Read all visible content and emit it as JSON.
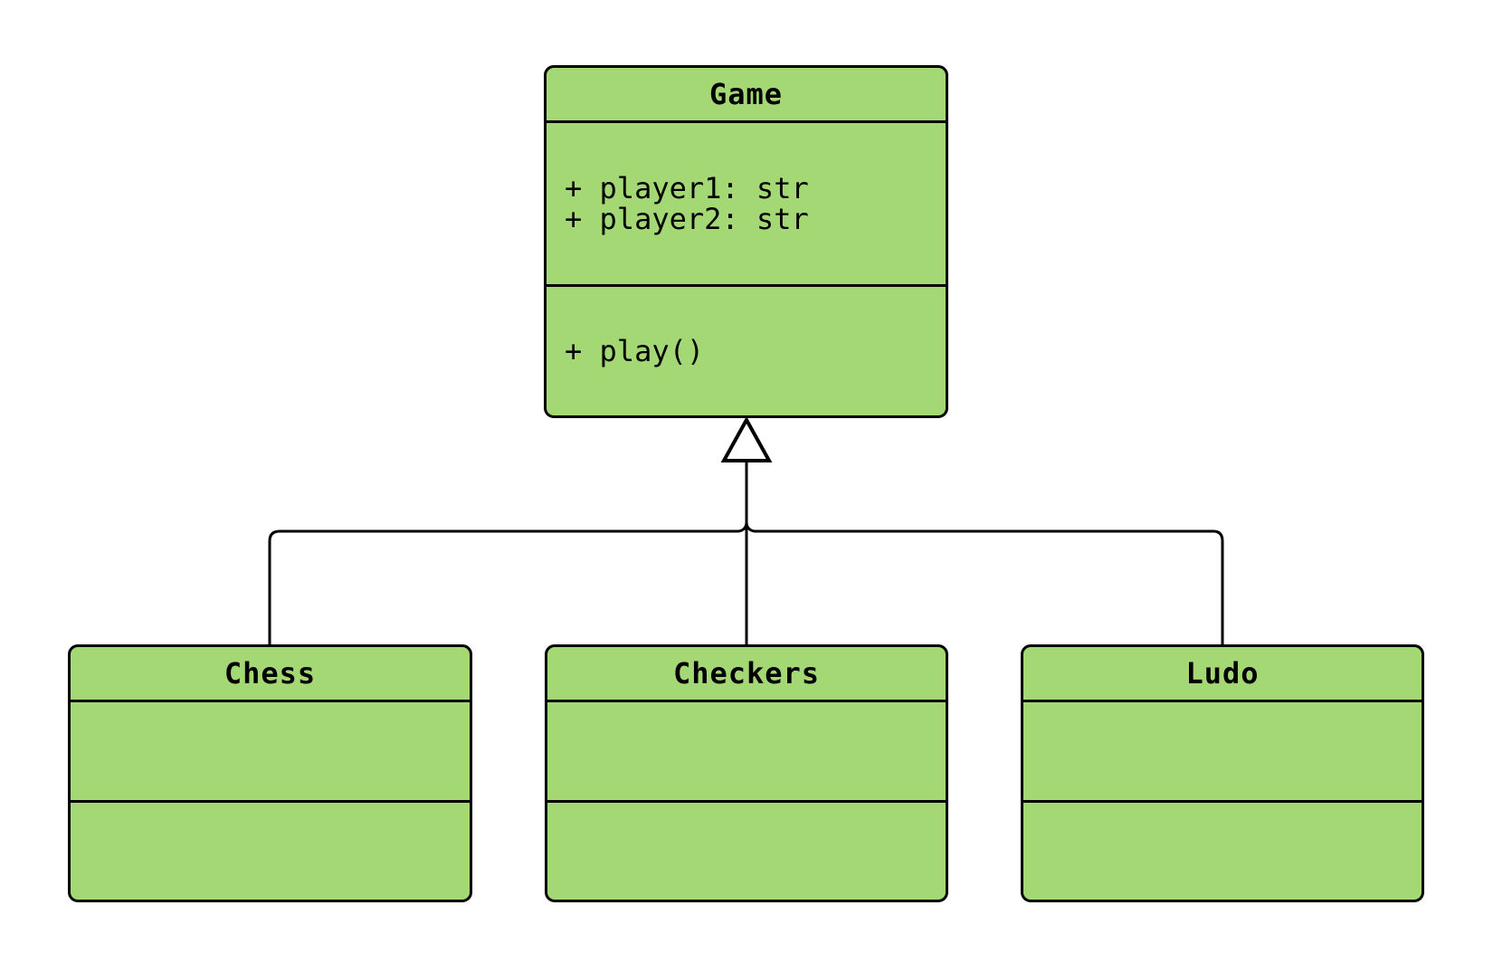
{
  "diagram": {
    "type": "uml-class-diagram",
    "colors": {
      "node_fill": "#a4d874",
      "node_border": "#000000",
      "background": "#ffffff",
      "text": "#000000"
    },
    "classes": [
      {
        "name": "Game",
        "attributes": [
          "+ player1: str",
          "+ player2: str"
        ],
        "methods": [
          "+ play()"
        ]
      },
      {
        "name": "Chess",
        "attributes": [],
        "methods": []
      },
      {
        "name": "Checkers",
        "attributes": [],
        "methods": []
      },
      {
        "name": "Ludo",
        "attributes": [],
        "methods": []
      }
    ],
    "relationships": [
      {
        "from": "Chess",
        "to": "Game",
        "type": "inheritance"
      },
      {
        "from": "Checkers",
        "to": "Game",
        "type": "inheritance"
      },
      {
        "from": "Ludo",
        "to": "Game",
        "type": "inheritance"
      }
    ]
  }
}
